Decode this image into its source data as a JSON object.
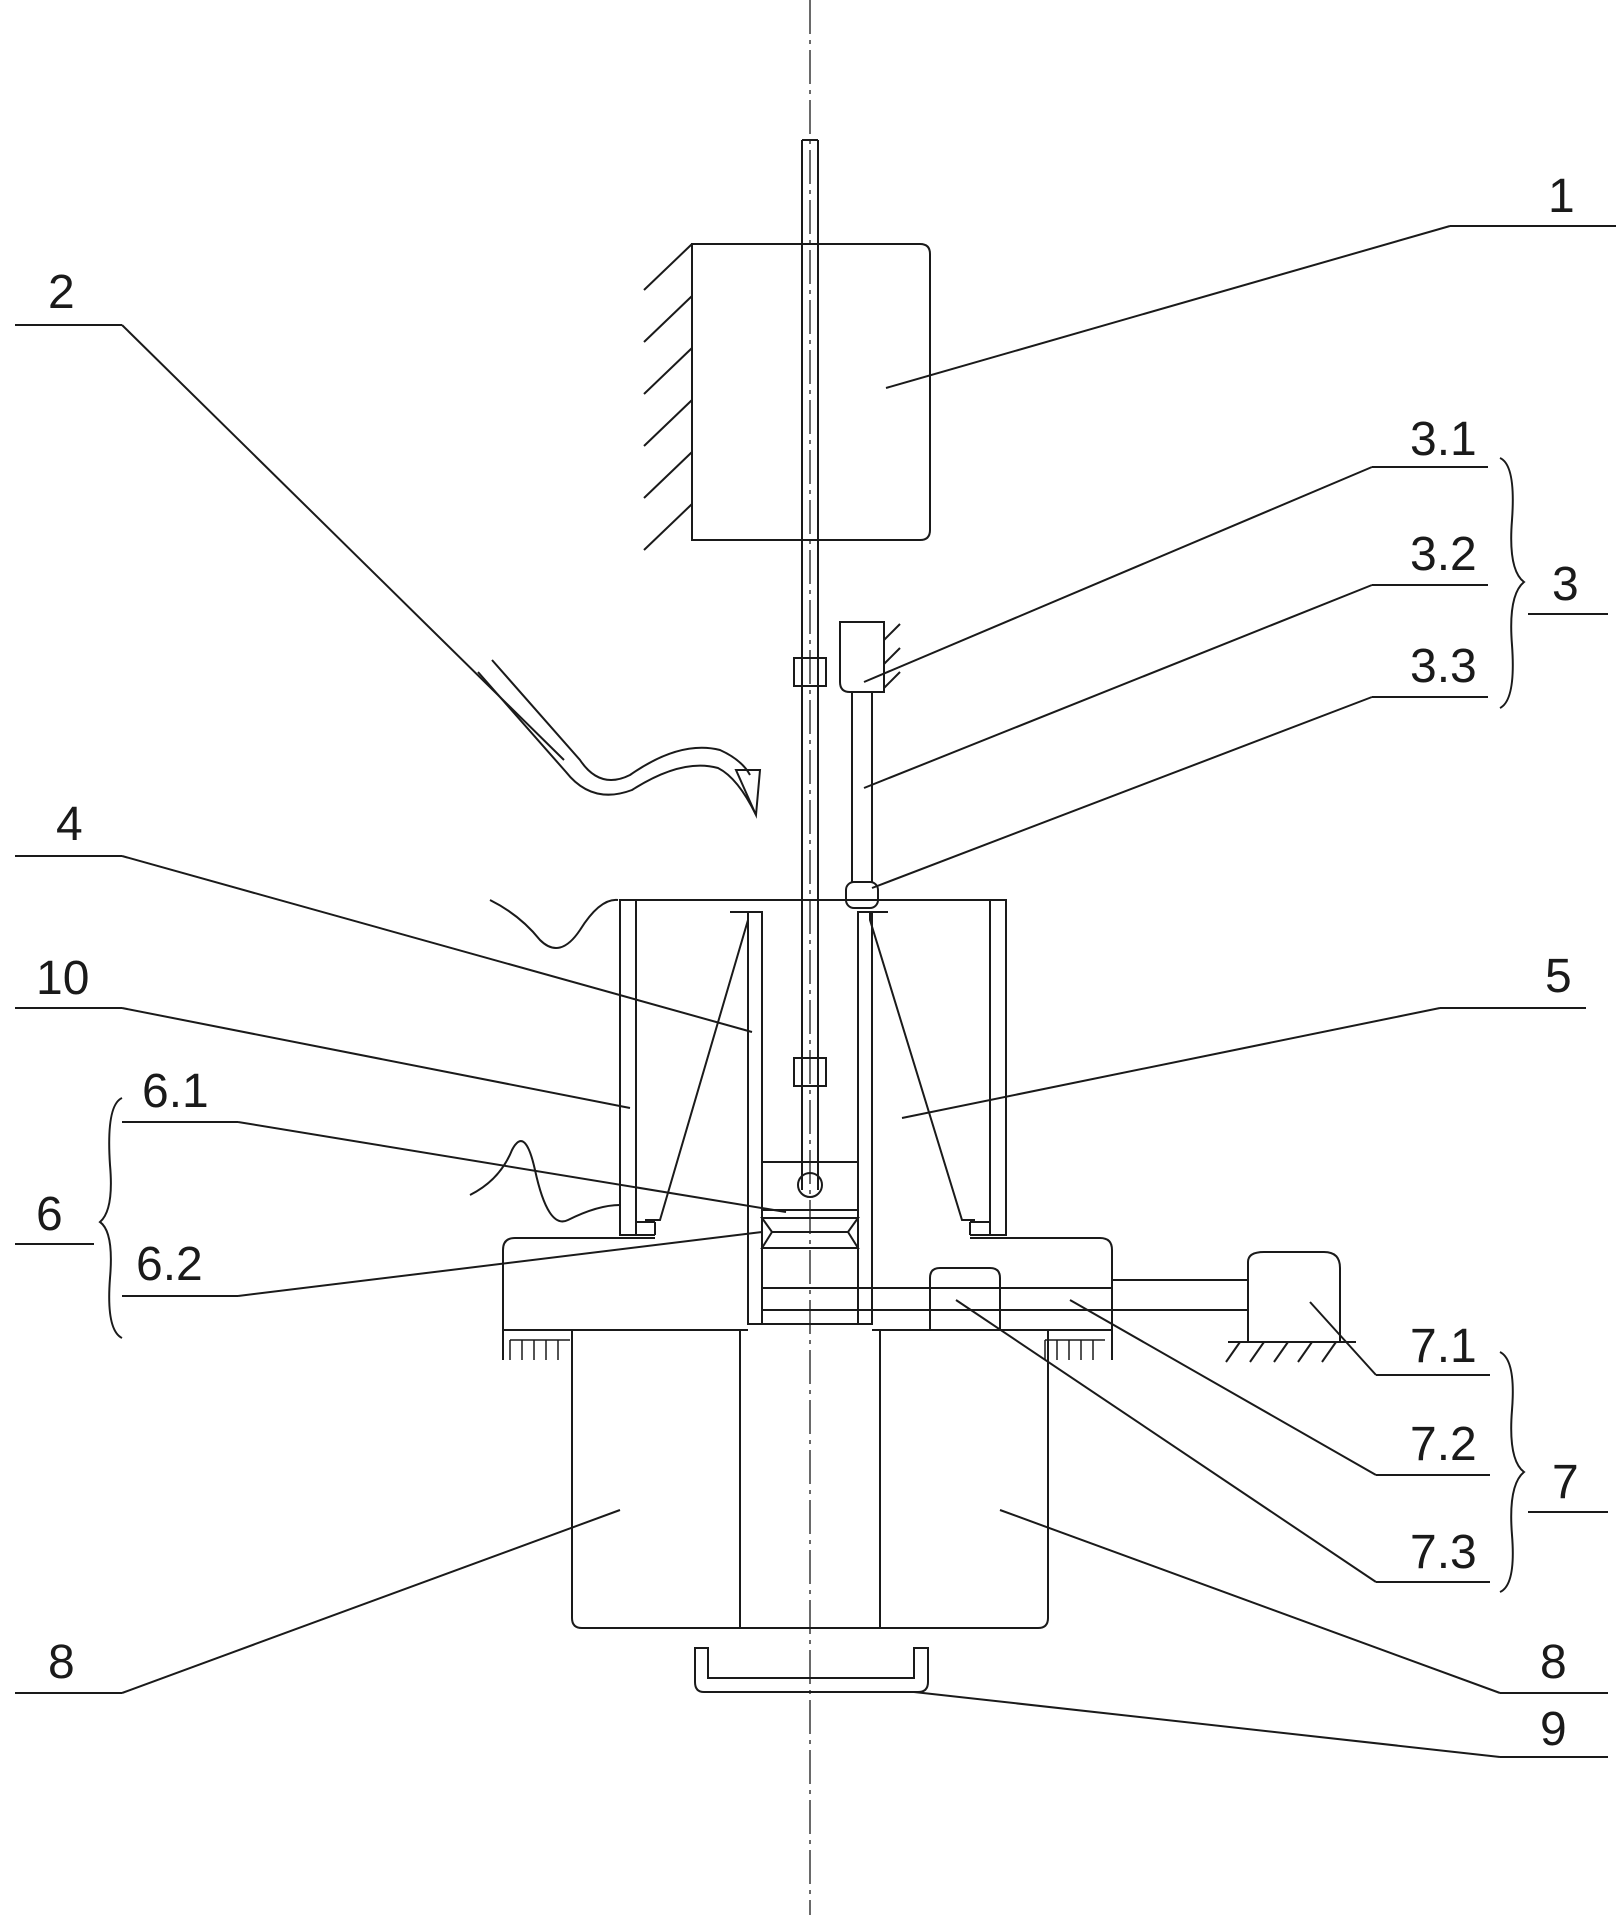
{
  "labels": {
    "l1": "1",
    "l2": "2",
    "l3": "3",
    "l3_1": "3.1",
    "l3_2": "3.2",
    "l3_3": "3.3",
    "l4": "4",
    "l5": "5",
    "l6": "6",
    "l6_1": "6.1",
    "l6_2": "6.2",
    "l7": "7",
    "l7_1": "7.1",
    "l7_2": "7.2",
    "l7_3": "7.3",
    "l8_left": "8",
    "l8_right": "8",
    "l9": "9",
    "l10": "10"
  }
}
